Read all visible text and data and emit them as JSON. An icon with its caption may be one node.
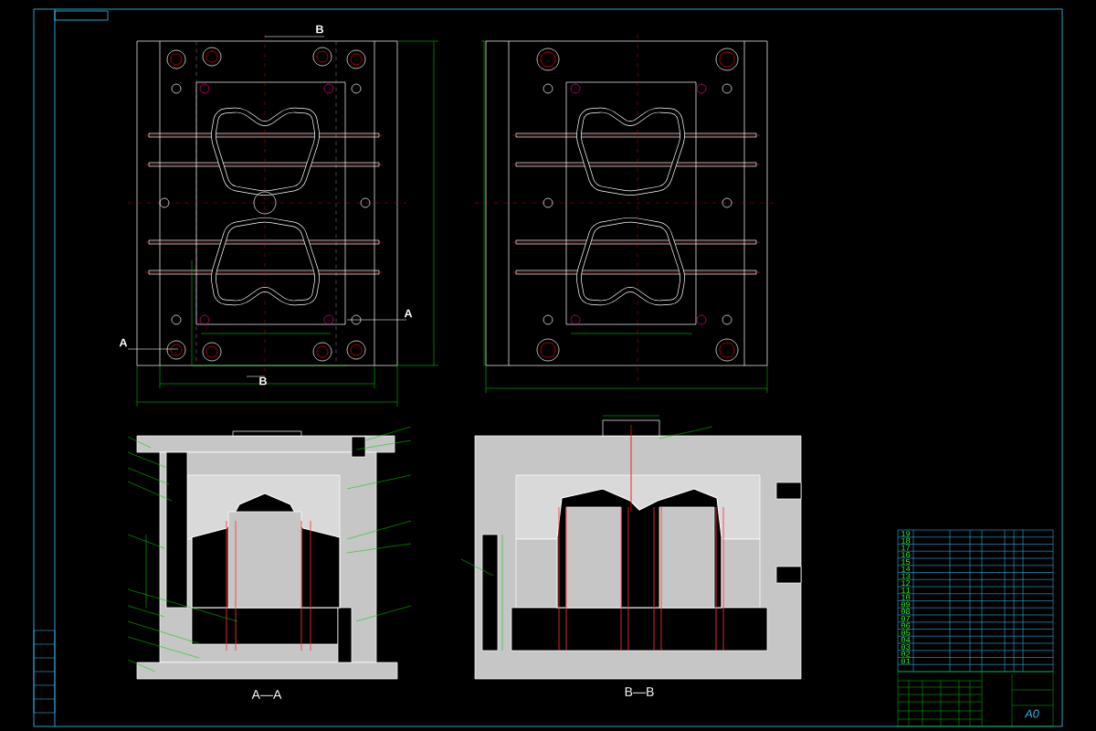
{
  "diagram": {
    "labels": [
      "B",
      "A",
      "A",
      "B",
      "A—A",
      "B—B",
      "19",
      "18",
      "17",
      "16",
      "15",
      "14",
      "13",
      "12",
      "11",
      "10",
      "09",
      "08",
      "07",
      "06",
      "05",
      "04",
      "03",
      "02",
      "01",
      "A0"
    ]
  }
}
